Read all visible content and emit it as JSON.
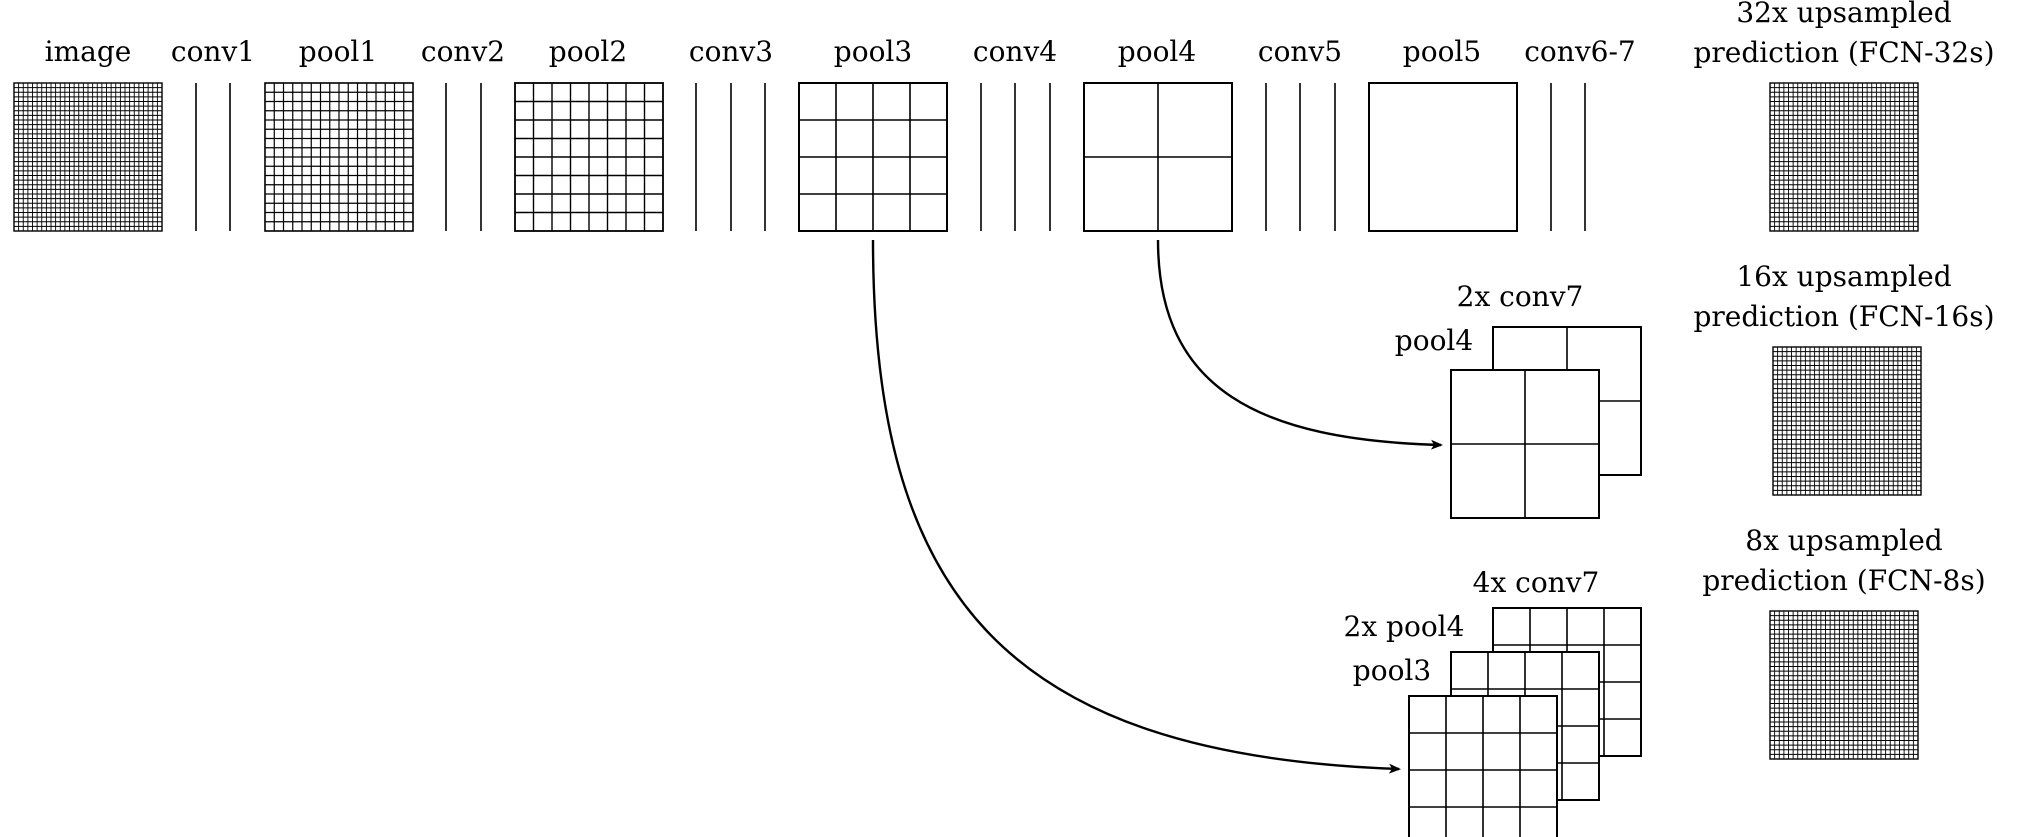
{
  "labels": {
    "image": "image",
    "conv1": "conv1",
    "pool1": "pool1",
    "conv2": "conv2",
    "pool2": "pool2",
    "conv3": "conv3",
    "pool3": "pool3",
    "conv4": "conv4",
    "pool4": "pool4",
    "conv5": "conv5",
    "pool5": "pool5",
    "conv6_7": "conv6-7"
  },
  "predictions": {
    "fcn32": {
      "line1": "32x upsampled",
      "line2": "prediction (FCN-32s)"
    },
    "fcn16": {
      "line1": "16x upsampled",
      "line2": "prediction (FCN-16s)"
    },
    "fcn8": {
      "line1": "8x upsampled",
      "line2": "prediction (FCN-8s)"
    }
  },
  "fcn16_stack": {
    "conv7": "2x conv7",
    "pool4": "pool4"
  },
  "fcn8_stack": {
    "conv7": "4x conv7",
    "pool4": "2x pool4",
    "pool3": "pool3"
  },
  "colors": {
    "ink": "#000000",
    "background": "#ffffff"
  }
}
